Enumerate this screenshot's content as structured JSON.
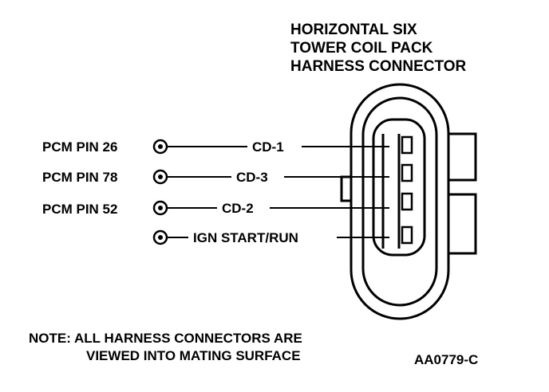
{
  "title_lines": [
    "HORIZONTAL SIX",
    "TOWER COIL PACK",
    "HARNESS CONNECTOR"
  ],
  "pins": [
    {
      "label": "PCM PIN 26",
      "wire": "CD-1"
    },
    {
      "label": "PCM PIN 78",
      "wire": "CD-3"
    },
    {
      "label": "PCM PIN 52",
      "wire": "CD-2"
    },
    {
      "label": "",
      "wire": "IGN START/RUN"
    }
  ],
  "note": {
    "line1": "NOTE: ALL HARNESS CONNECTORS ARE",
    "line2": "VIEWED INTO MATING SURFACE"
  },
  "figure_code": "AA0779-C"
}
